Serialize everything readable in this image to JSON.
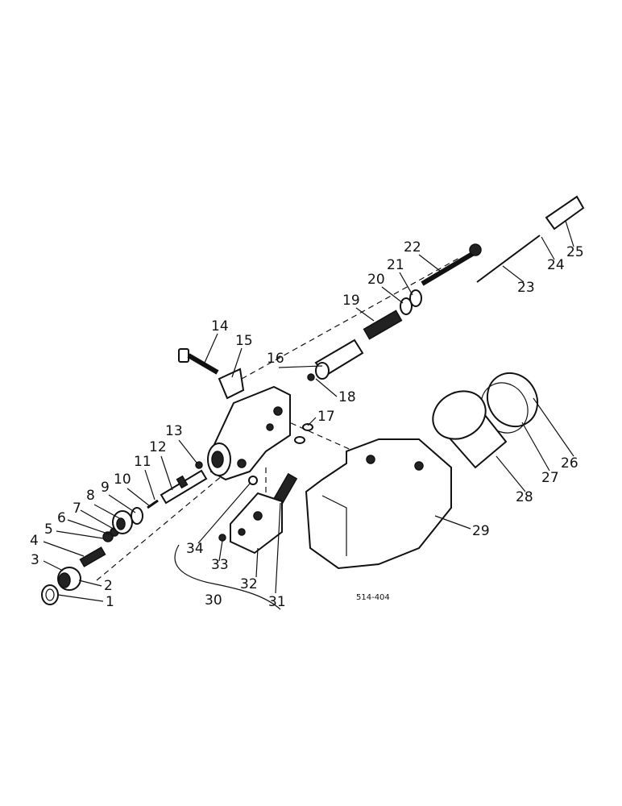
{
  "figure": {
    "reference_code": "514-404",
    "callouts": [
      "1",
      "2",
      "3",
      "4",
      "5",
      "6",
      "7",
      "8",
      "9",
      "10",
      "11",
      "12",
      "13",
      "14",
      "15",
      "16",
      "17",
      "18",
      "19",
      "20",
      "21",
      "22",
      "23",
      "24",
      "25",
      "26",
      "27",
      "28",
      "29",
      "30",
      "31",
      "32",
      "33",
      "34"
    ]
  }
}
